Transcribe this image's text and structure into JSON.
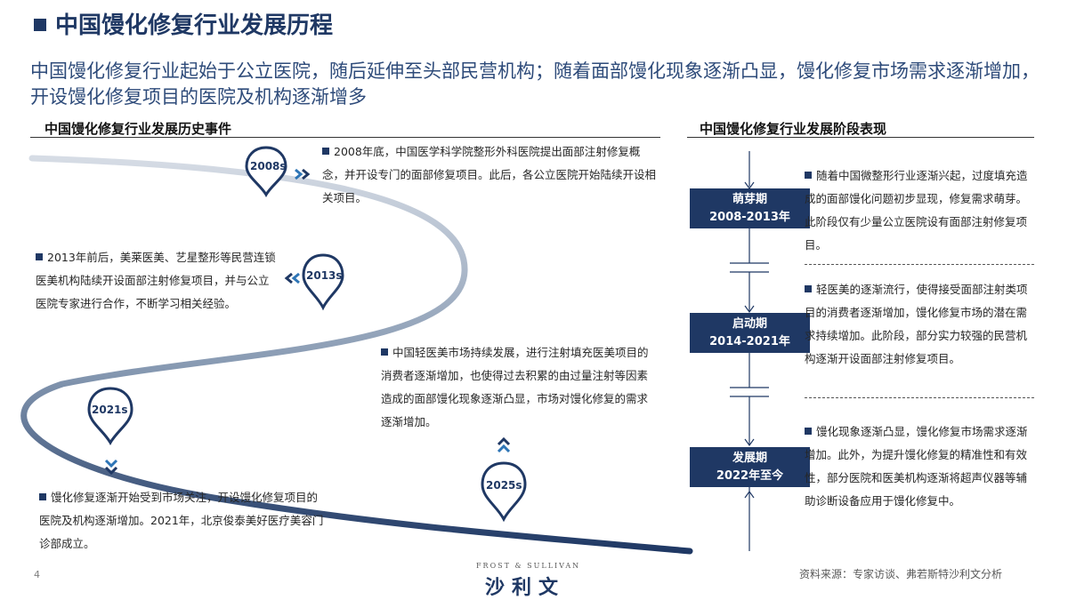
{
  "header": {
    "title": "中国馒化修复行业发展历程",
    "subtitle": "中国馒化修复行业起始于公立医院，随后延伸至头部民营机构；随着面部馒化现象逐渐凸显，馒化修复市场需求逐渐增加，开设馒化修复项目的医院及机构逐渐增多"
  },
  "left_section": {
    "heading": "中国馒化修复行业发展历史事件",
    "pins": [
      "2008s",
      "2013s",
      "2021s",
      "2025s"
    ],
    "events": [
      "2008年底，中国医学科学院整形外科医院提出面部注射修复概念，并开设专门的面部修复项目。此后，各公立医院开始陆续开设相关项目。",
      "2013年前后，美莱医美、艺星整形等民营连锁医美机构陆续开设面部注射修复项目，并与公立医院专家进行合作，不断学习相关经验。",
      "中国轻医美市场持续发展，进行注射填充医美项目的消费者逐渐增加，也使得过去积累的由过量注射等因素造成的面部馒化现象逐渐凸显，市场对馒化修复的需求逐渐增加。",
      "馒化修复逐渐开始受到市场关注，开设馒化修复项目的医院及机构逐渐增加。2021年，北京俊泰美好医疗美容门诊部成立。"
    ]
  },
  "right_section": {
    "heading": "中国馒化修复行业发展阶段表现",
    "stages": [
      {
        "name": "萌芽期",
        "years": "2008-2013年",
        "desc": "随着中国微整形行业逐渐兴起，过度填充造成的面部馒化问题初步显现，修复需求萌芽。此阶段仅有少量公立医院设有面部注射修复项目。"
      },
      {
        "name": "启动期",
        "years": "2014-2021年",
        "desc": "轻医美的逐渐流行，使得接受面部注射类项目的消费者逐渐增加，馒化修复市场的潜在需求持续增加。此阶段，部分实力较强的民营机构逐渐开设面部注射修复项目。"
      },
      {
        "name": "发展期",
        "years": "2022年至今",
        "desc": "馒化现象逐渐凸显，馒化修复市场需求逐渐增加。此外，为提升馒化修复的精准性和有效性，部分医院和医美机构逐渐将超声仪器等辅助诊断设备应用于馒化修复中。"
      }
    ]
  },
  "footer": {
    "page_number": "4",
    "logo_small": "FROST & SULLIVAN",
    "logo_big": "沙利文",
    "source": "资料来源：专家访谈、弗若斯特沙利文分析"
  },
  "colors": {
    "primary": "#1f3864",
    "curve": "#8497b0",
    "arrow_chevron": "#2e75b6"
  }
}
